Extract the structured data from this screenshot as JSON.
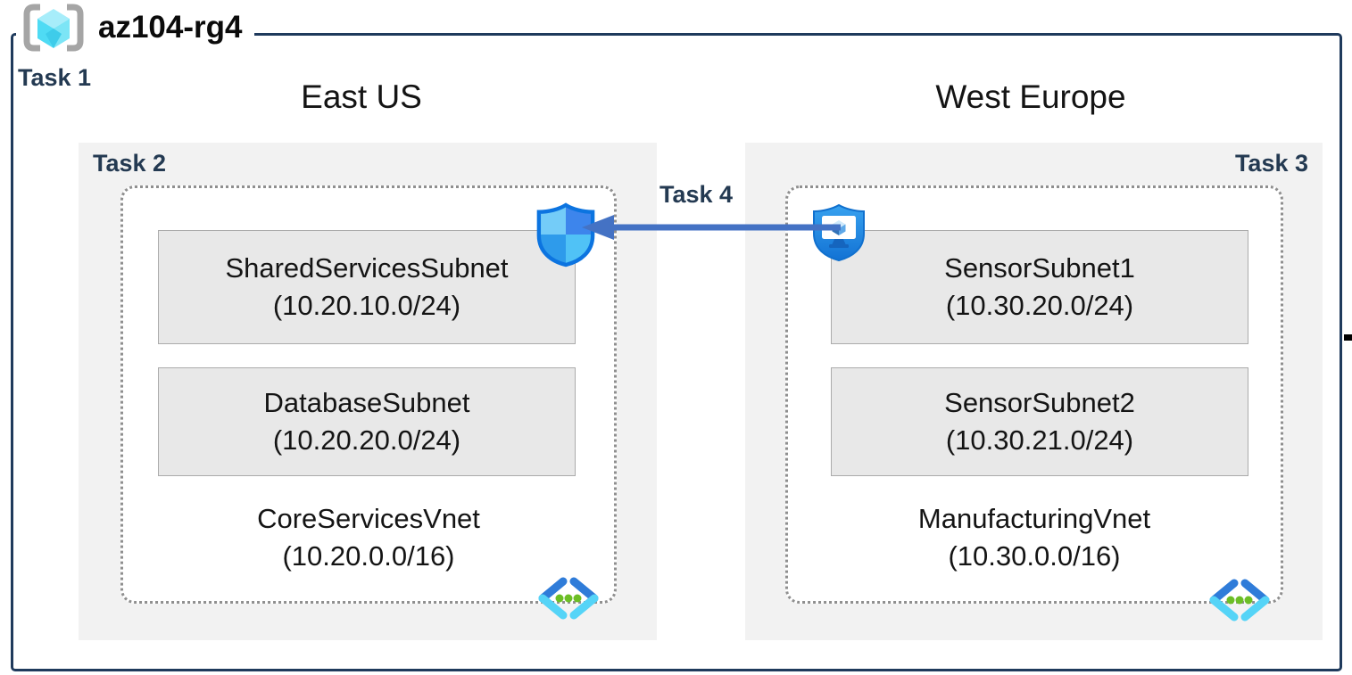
{
  "diagram": {
    "title": "az104-rg4",
    "task1_label": "Task 1",
    "task4_label": "Task 4"
  },
  "regions": [
    {
      "name": "East US",
      "task_label": "Task 2",
      "vnet": {
        "name": "CoreServicesVnet",
        "cidr": "(10.20.0.0/16)"
      },
      "subnets": [
        {
          "name": "SharedServicesSubnet",
          "cidr": "(10.20.10.0/24)"
        },
        {
          "name": "DatabaseSubnet",
          "cidr": "(10.20.20.0/24)"
        }
      ]
    },
    {
      "name": "West Europe",
      "task_label": "Task 3",
      "vnet": {
        "name": "ManufacturingVnet",
        "cidr": "(10.30.0.0/16)"
      },
      "subnets": [
        {
          "name": "SensorSubnet1",
          "cidr": "(10.30.20.0/24)"
        },
        {
          "name": "SensorSubnet2",
          "cidr": "(10.30.21.0/24)"
        }
      ]
    }
  ],
  "icons": {
    "resource_group": "resource-group-icon (gray brackets with cyan cube)",
    "nsg": "network-security-group-shield-icon",
    "bastion": "bastion-shield-monitor-icon",
    "vnet": "virtual-network-chevron-icon"
  },
  "colors": {
    "frame_border": "#1F3A5C",
    "task_text": "#243A52",
    "region_fill": "#F2F2F2",
    "subnet_fill": "#E8E8E8",
    "subnet_border": "#ABABAB",
    "dotted_border": "#8F8F8F",
    "arrow": "#4472C4",
    "vnet_chevron_dark": "#2F7CD9",
    "vnet_chevron_light": "#55D4F7",
    "vnet_dot_green": "#6CBE25"
  }
}
